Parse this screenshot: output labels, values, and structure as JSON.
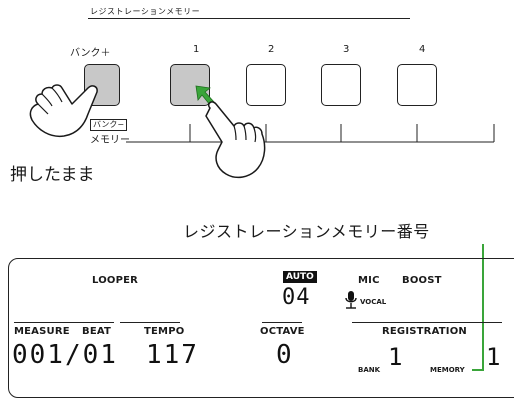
{
  "registration_memory": {
    "title": "レジストレーションメモリー",
    "bank_plus_label": "バンク＋",
    "bank_memory_label_top": "バンク−",
    "bank_memory_label_bottom": "メモリー",
    "buttons": [
      "1",
      "2",
      "3",
      "4"
    ],
    "hold_text": "押したまま",
    "number_caption": "レジストレーションメモリー番号"
  },
  "display": {
    "looper_label": "LOOPER",
    "auto_label": "AUTO",
    "auto_value": "04",
    "mic_label": "MIC",
    "boost_label": "BOOST",
    "vocal_label": "VOCAL",
    "measure_label": "MEASURE",
    "beat_label": "BEAT",
    "measure_beat_value": "001/01",
    "tempo_label": "TEMPO",
    "tempo_value": "117",
    "octave_label": "OCTAVE",
    "octave_value": "0",
    "registration_label": "REGISTRATION",
    "bank_label": "BANK",
    "bank_value": "1",
    "memory_label": "MEMORY",
    "memory_value": "1"
  },
  "colors": {
    "highlight_green": "#3aa53a",
    "pressed_gray": "#c8c8c8"
  },
  "icons": [
    "hand-pointer-icon",
    "arrow-up-left-icon",
    "microphone-icon"
  ]
}
